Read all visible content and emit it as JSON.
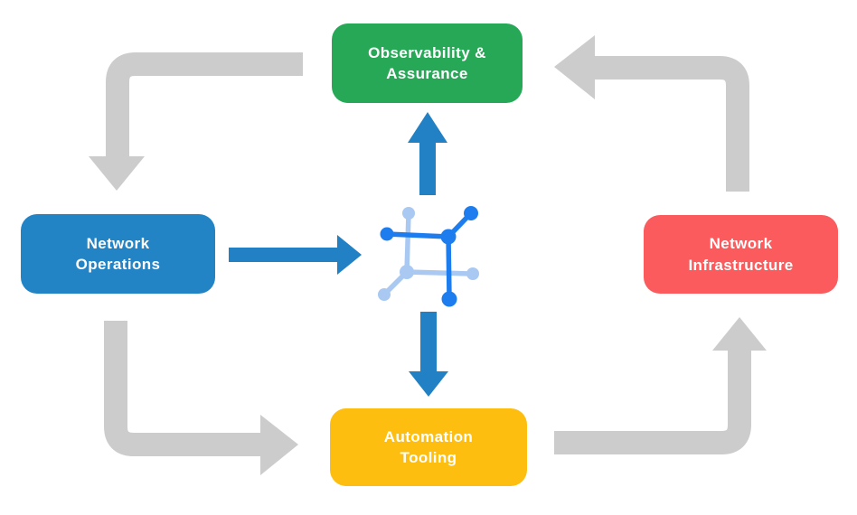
{
  "diagram": {
    "background": "#ffffff",
    "nodes": {
      "observability": {
        "line1": "Observability &",
        "line2": "Assurance",
        "color": "#27A857",
        "text_color": "#ffffff"
      },
      "operations": {
        "line1": "Network",
        "line2": "Operations",
        "color": "#2283C5",
        "text_color": "#ffffff"
      },
      "infrastructure": {
        "line1": "Network",
        "line2": "Infrastructure",
        "color": "#FB5B5C",
        "text_color": "#ffffff"
      },
      "automation": {
        "line1": "Automation",
        "line2": "Tooling",
        "color": "#FEBE10",
        "text_color": "#ffffff"
      }
    },
    "colors": {
      "arrow_gray": "#CCCCCC",
      "arrow_blue": "#2181C4",
      "icon_dark_blue": "#1E7DEE",
      "icon_light_blue": "#A9C9F3"
    },
    "arrows": [
      {
        "id": "observability-to-operations",
        "style": "gray-elbow",
        "direction": "down"
      },
      {
        "id": "infrastructure-to-observability",
        "style": "gray-elbow",
        "direction": "left"
      },
      {
        "id": "operations-to-automation",
        "style": "gray-elbow",
        "direction": "right"
      },
      {
        "id": "automation-to-infrastructure",
        "style": "gray-elbow",
        "direction": "up"
      },
      {
        "id": "operations-to-core",
        "style": "blue-straight",
        "direction": "right"
      },
      {
        "id": "core-to-observability",
        "style": "blue-straight",
        "direction": "up"
      },
      {
        "id": "core-to-automation",
        "style": "blue-straight",
        "direction": "down"
      }
    ],
    "icon": {
      "name": "network-mesh-icon"
    }
  }
}
